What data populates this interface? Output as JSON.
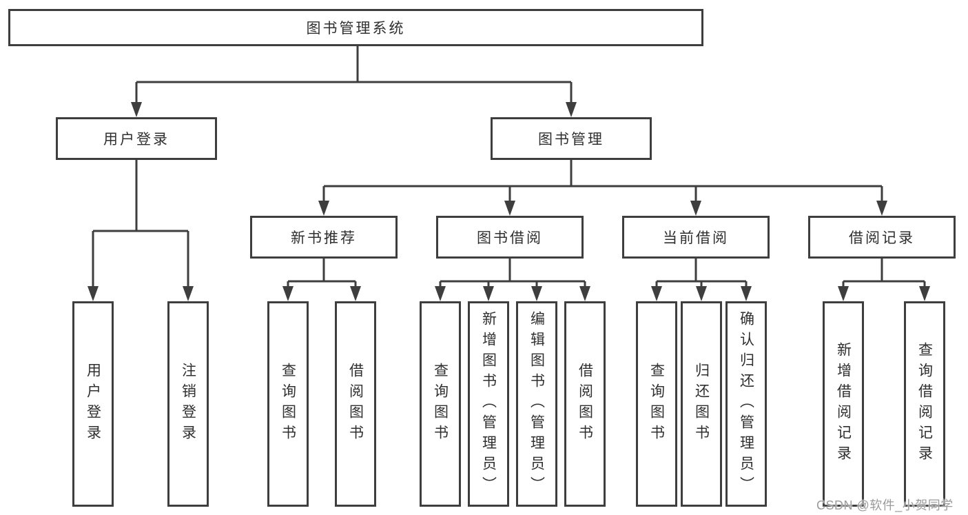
{
  "colors": {
    "line": "#3e3e3e",
    "border": "#3e3e3e",
    "text": "#2f2f2f",
    "background": "#ffffff",
    "watermark_text": "#9b9b9b"
  },
  "watermark": {
    "text": "CSDN @软件_小贺同学"
  },
  "tree": {
    "root": {
      "label": "图书管理系统"
    },
    "user_branch": {
      "label": "用户登录",
      "children": [
        {
          "label": "用户登录"
        },
        {
          "label": "注销登录"
        }
      ]
    },
    "book_branch": {
      "label": "图书管理",
      "sections": [
        {
          "label": "新书推荐",
          "children": [
            {
              "label": "查询图书"
            },
            {
              "label": "借阅图书"
            }
          ]
        },
        {
          "label": "图书借阅",
          "children": [
            {
              "label": "查询图书"
            },
            {
              "label": "新增图书（管理员）"
            },
            {
              "label": "编辑图书（管理员）"
            },
            {
              "label": "借阅图书"
            }
          ]
        },
        {
          "label": "当前借阅",
          "children": [
            {
              "label": "查询图书"
            },
            {
              "label": "归还图书"
            },
            {
              "label": "确认归还（管理员）"
            }
          ]
        },
        {
          "label": "借阅记录",
          "children": [
            {
              "label": "新增借阅记录"
            },
            {
              "label": "查询借阅记录"
            }
          ]
        }
      ]
    }
  }
}
